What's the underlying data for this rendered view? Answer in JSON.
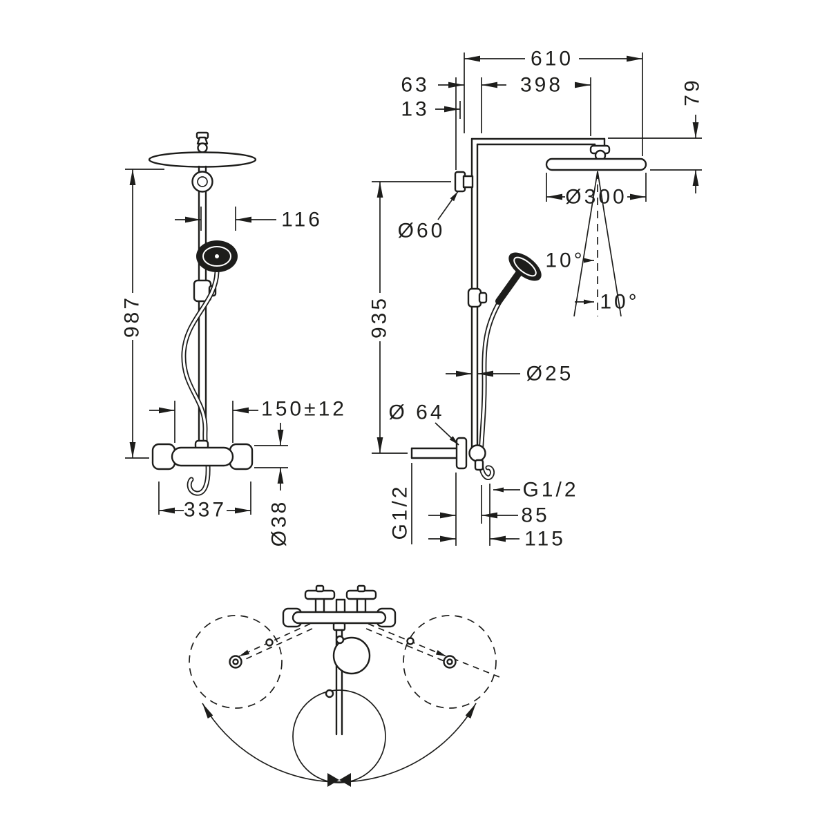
{
  "canvas": {
    "background": "#ffffff",
    "line_color": "#1d1d1b"
  },
  "views": {
    "front": {
      "dims": {
        "hand_shower_offset": "116",
        "total_height": "987",
        "supply_spacing": "150±12",
        "valve_width": "337",
        "valve_diameter": "Ø38"
      }
    },
    "side": {
      "dims": {
        "arm_reach": "610",
        "wall_clearance": "63",
        "bracket_gap": "13",
        "head_offset": "398",
        "head_drop": "79",
        "bracket_diameter": "Ø60",
        "head_diameter": "Ø300",
        "tilt_upper": "10°",
        "tilt_lower": "10°",
        "riser_height": "935",
        "pipe_diameter": "Ø25",
        "escutcheon_diameter": "Ø 64",
        "supply_thread": "G1/2",
        "hose_thread": "G1/2",
        "hose_offset": "85",
        "hose_reach": "115"
      }
    }
  }
}
